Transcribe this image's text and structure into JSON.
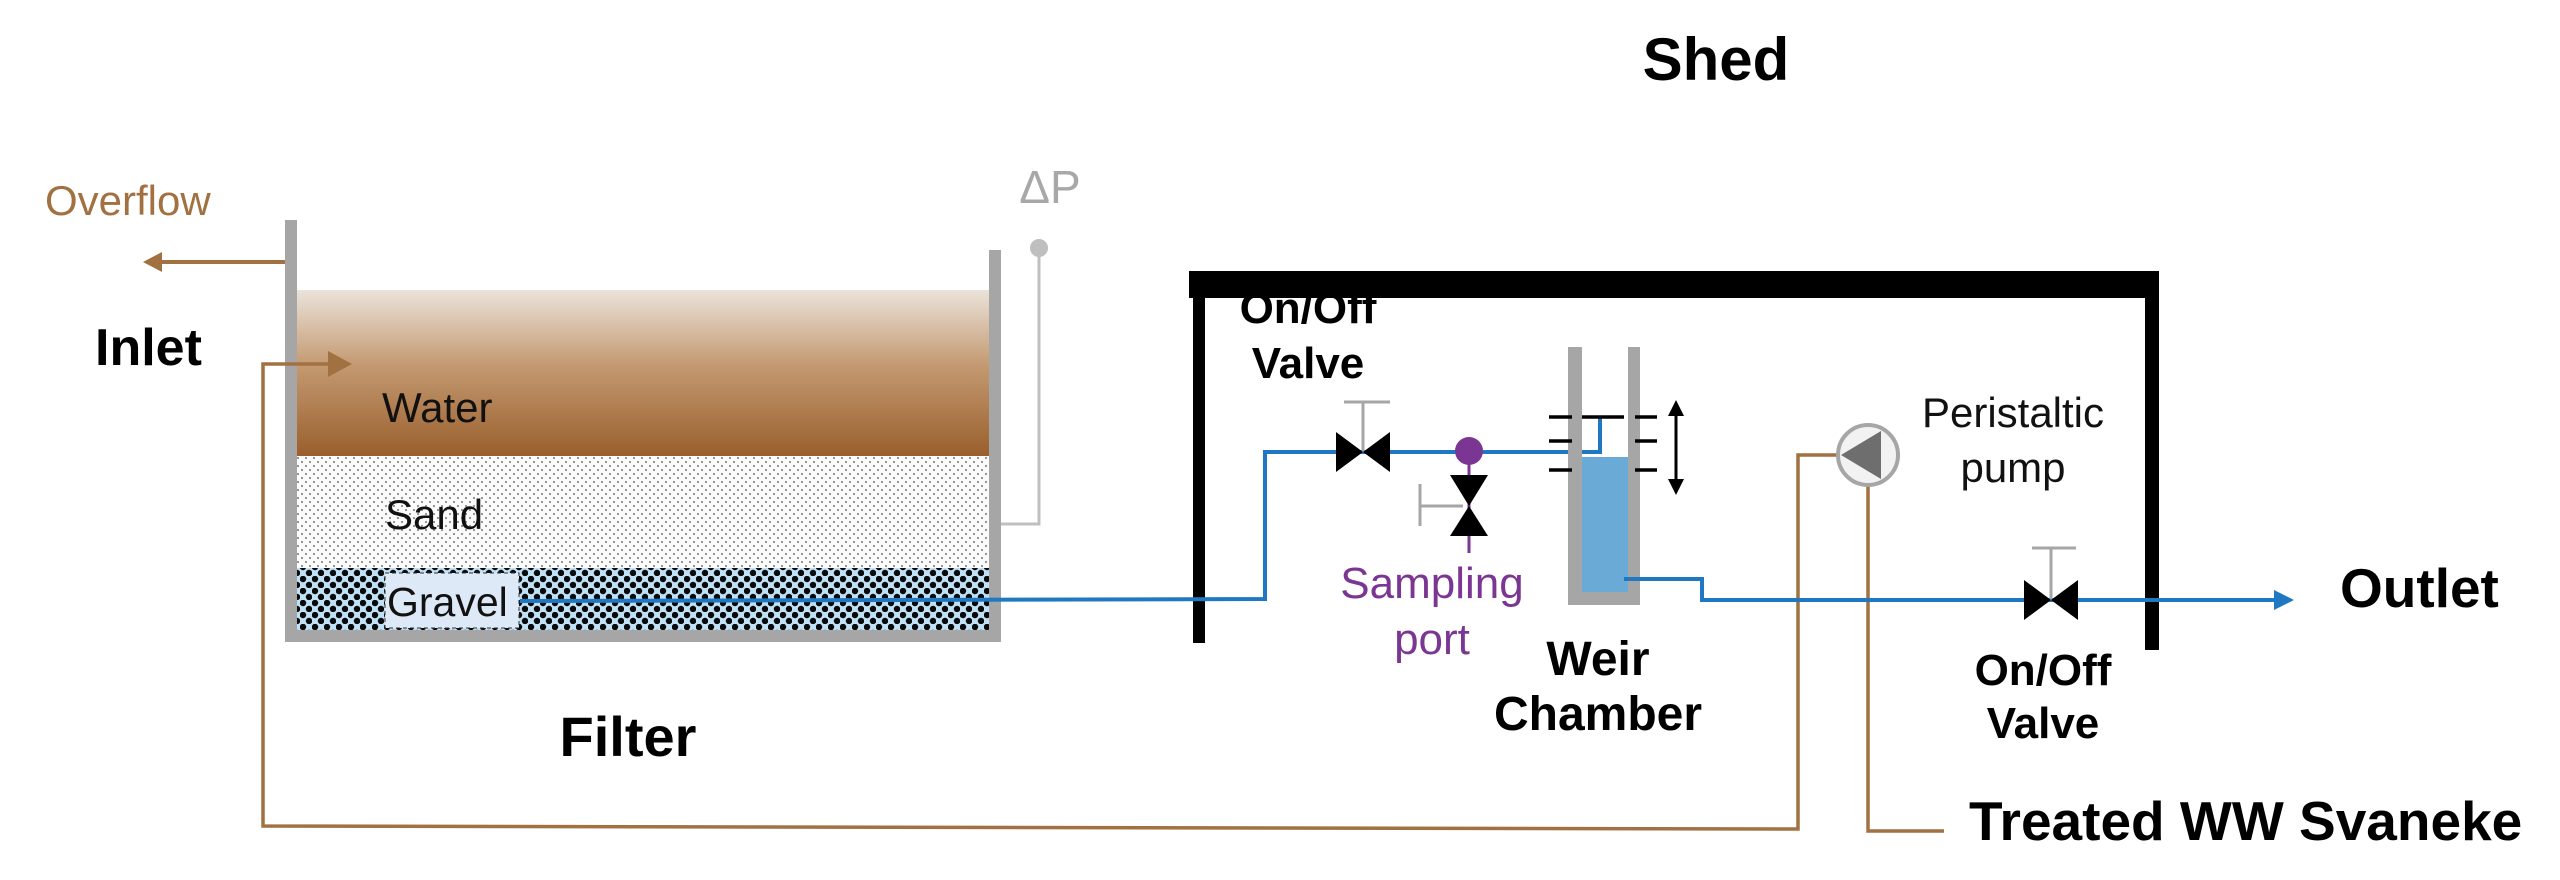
{
  "title": "Shed",
  "colors": {
    "inlet_pipe": "#a27141",
    "outlet_pipe": "#1f78c1",
    "sampling": "#7b3593",
    "wall": "#a6a6a6",
    "gauge": "#bfbfbf",
    "water_top": "#e6dbd0",
    "water_bottom": "#9a5f2c",
    "weir_water": "#6aaad6"
  },
  "labels": {
    "overflow": "Overflow",
    "inlet": "Inlet",
    "delta_p": "ΔP",
    "water": "Water",
    "sand": "Sand",
    "gravel": "Gravel",
    "filter": "Filter",
    "shed": "Shed",
    "valve1_line1": "On/Off",
    "valve1_line2": "Valve",
    "sampling_line1": "Sampling",
    "sampling_line2": "port",
    "weir_line1": "Weir",
    "weir_line2": "Chamber",
    "pump_line1": "Peristaltic",
    "pump_line2": "pump",
    "valve2_line1": "On/Off",
    "valve2_line2": "Valve",
    "outlet": "Outlet",
    "treated": "Treated WW Svaneke"
  },
  "icons": {
    "valve": "bowtie-valve-icon",
    "pump": "peristaltic-pump-icon",
    "sampling_port": "purple-dot-icon",
    "weir_adjust": "double-arrow-icon"
  }
}
